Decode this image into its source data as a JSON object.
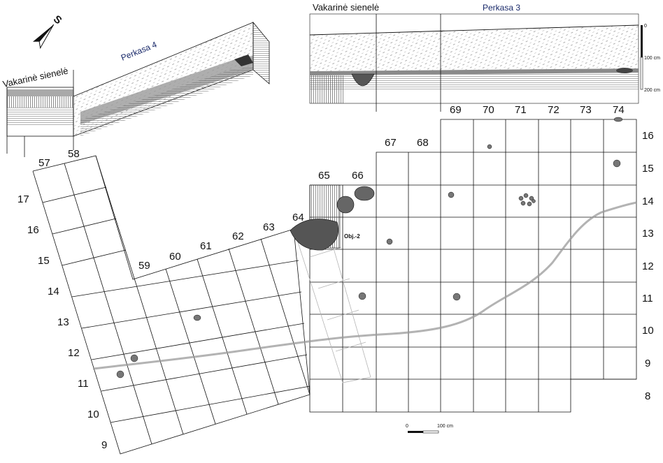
{
  "perkasa4": {
    "title": "Perkasa 4",
    "wall_label": "Vakarinė sienelė",
    "col_labels": [
      "57",
      "58",
      "59",
      "60",
      "61",
      "62",
      "63",
      "64"
    ],
    "row_labels": [
      "17",
      "16",
      "15",
      "14",
      "13",
      "12",
      "11",
      "10",
      "9"
    ]
  },
  "perkasa3": {
    "title": "Perkasa 3",
    "wall_label": "Vakarinė sienelė",
    "col_labels": [
      "65",
      "66",
      "67",
      "68",
      "69",
      "70",
      "71",
      "72",
      "73",
      "74"
    ],
    "row_labels": [
      "16",
      "15",
      "14",
      "13",
      "12",
      "11",
      "10",
      "9",
      "8"
    ],
    "scale_labels": [
      "0",
      "100 cm",
      "200 cm"
    ]
  },
  "object_label": "Obj.-2",
  "plan_scale_labels": [
    "0",
    "100 cm"
  ],
  "colors": {
    "ink": "#111111",
    "fill_dark": "#555555",
    "fill_mid": "#8a8a8a",
    "fill_light": "#cfcfcf",
    "boundary": "#9a9a9a"
  },
  "icons": {
    "north_arrow": "north-arrow-icon"
  }
}
